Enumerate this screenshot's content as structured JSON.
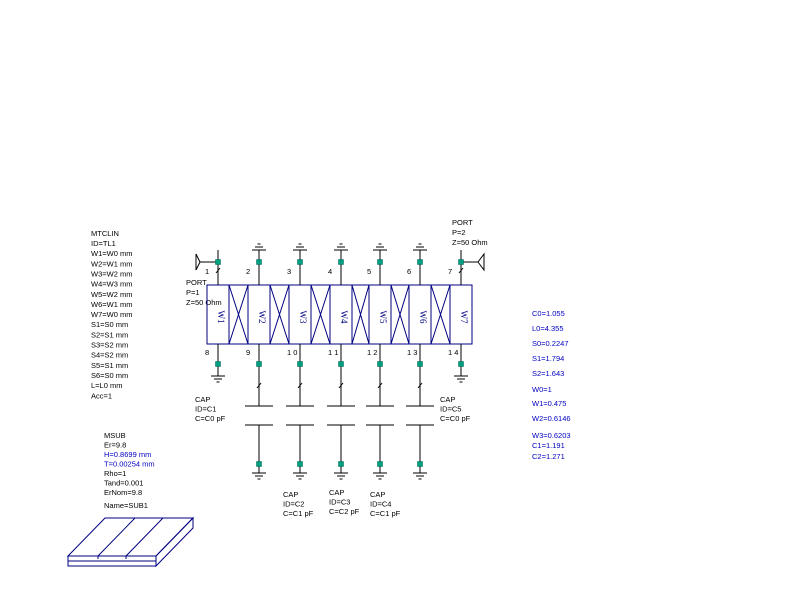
{
  "colors": {
    "background": "#ffffff",
    "wire": "#000000",
    "line_element": "#000080",
    "blue_text": "#0000c0",
    "node": "#00a080"
  },
  "mclin": {
    "lines": [
      "MTCLIN",
      "ID=TL1",
      "W1=W0 mm",
      "W2=W1 mm",
      "W3=W2 mm",
      "W4=W3 mm",
      "W5=W2 mm",
      "W6=W1 mm",
      "W7=W0 mm",
      "S1=S0 mm",
      "S2=S1 mm",
      "S3=S2 mm",
      "S4=S2 mm",
      "S5=S1 mm",
      "S6=S0 mm",
      "L=L0 mm",
      "Acc=1"
    ]
  },
  "msub": {
    "lines": [
      {
        "text": "MSUB",
        "blue": false
      },
      {
        "text": "Er=9.8",
        "blue": false
      },
      {
        "text": "H=0.8699 mm",
        "blue": true
      },
      {
        "text": "T=0.00254 mm",
        "blue": true
      },
      {
        "text": "Rho=1",
        "blue": false
      },
      {
        "text": "Tand=0.001",
        "blue": false
      },
      {
        "text": "ErNom=9.8",
        "blue": false
      },
      {
        "text": "Name=SUB1",
        "blue": false
      }
    ]
  },
  "port1": {
    "lines": [
      "PORT",
      "P=1",
      "Z=50 Ohm"
    ]
  },
  "port2": {
    "lines": [
      "PORT",
      "P=2",
      "Z=50 Ohm"
    ]
  },
  "line_labels": [
    "W1",
    "W2",
    "W3",
    "W4",
    "W5",
    "W6",
    "W7"
  ],
  "top_pins": [
    "1",
    "2",
    "3",
    "4",
    "5",
    "6",
    "7"
  ],
  "bottom_pins": [
    "8",
    "9",
    "1 0",
    "1 1",
    "1 2",
    "1 3",
    "1 4"
  ],
  "capacitors": [
    {
      "lines": [
        "CAP",
        "ID=C1",
        "C=C0 pF"
      ]
    },
    {
      "lines": [
        "CAP",
        "ID=C2",
        "C=C1 pF"
      ]
    },
    {
      "lines": [
        "CAP",
        "ID=C3",
        "C=C2 pF"
      ]
    },
    {
      "lines": [
        "CAP",
        "ID=C4",
        "C=C1 pF"
      ]
    },
    {
      "lines": [
        "CAP",
        "ID=C5",
        "C=C0 pF"
      ]
    }
  ],
  "variables": [
    "C0=1.055",
    "L0=4.355",
    "S0=0.2247",
    "S1=1.794",
    "S2=1.643",
    "W0=1",
    "W1=0.475",
    "W2=0.6146",
    "W3=0.6203",
    "C1=1.191",
    "C2=1.271"
  ],
  "ground_symbol_lines": 3
}
